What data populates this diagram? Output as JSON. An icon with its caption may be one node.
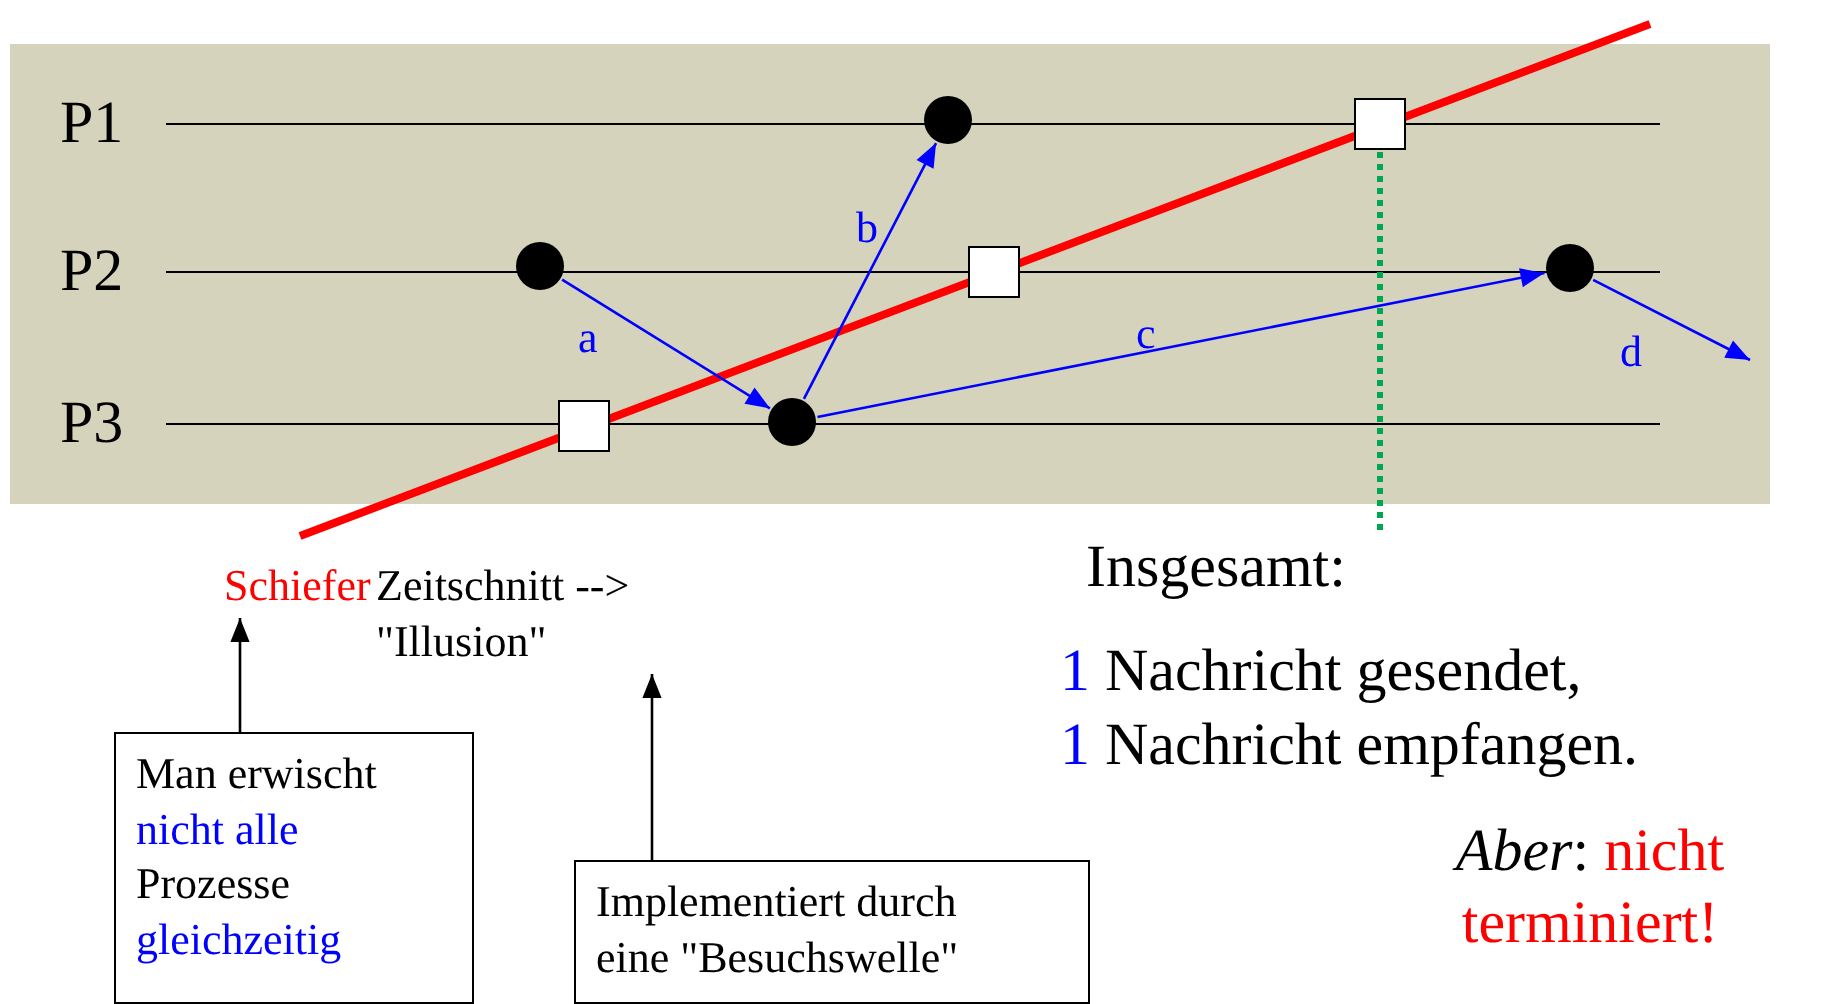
{
  "diagram": {
    "nodes": [
      {
        "text": [],
        "shape": "circle"
      },
      {
        "text": [],
        "shape": "circle"
      },
      {
        "text": [],
        "shape": "circle"
      },
      {
        "text": [],
        "shape": "circle"
      },
      {
        "text": [],
        "shape": "box"
      },
      {
        "text": [],
        "shape": "box"
      },
      {
        "text": [],
        "shape": "box"
      },
      {
        "text": [
          "Schiefer"
        ]
      },
      {
        "text": [
          "Zeitschnitt --> \"Illusion\""
        ]
      },
      {
        "text": [
          "Man erwischt",
          "nicht alle",
          "Prozesse",
          "gleichzeitig"
        ]
      },
      {
        "text": [
          "Implementiert durch eine \"Besuchswelle\""
        ]
      },
      {
        "text": [
          "Insgesamt:"
        ]
      }
    ],
    "edges": [
      {
        "from": 0,
        "to": 1,
        "arrow": "to",
        "label": "a",
        "color": "#0000ff"
      },
      {
        "from": 1,
        "to": 2,
        "arrow": "to",
        "label": "b",
        "color": "#0000ff"
      },
      {
        "from": 1,
        "to": 3,
        "arrow": "to",
        "label": "c",
        "color": "#0000ff"
      },
      {
        "from": 3,
        "to": null,
        "arrow": "to",
        "label": "d",
        "color": "#0000ff"
      },
      {
        "from": 9,
        "to": 7,
        "arrow": "to",
        "color": "#000000"
      },
      {
        "from": 10,
        "to": 8,
        "arrow": "to",
        "color": "#000000"
      },
      {
        "from": 6,
        "to": 11,
        "arrow": "none",
        "style": "dashed",
        "color": "#00a651"
      }
    ],
    "labels": [
      "P1",
      "P2",
      "P3",
      "1 Nachricht gesendet,",
      "1 Nachricht empfangen.",
      "*Aber*: nicht terminiert!"
    ]
  }
}
